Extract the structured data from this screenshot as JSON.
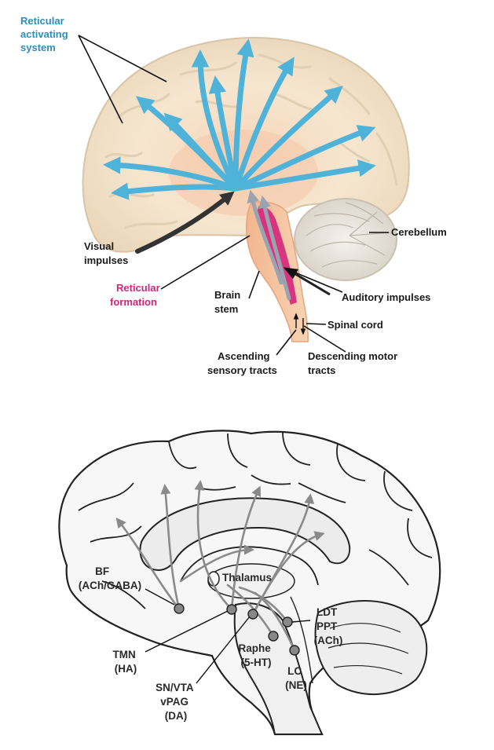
{
  "top_diagram": {
    "ras_label": [
      "Reticular",
      "activating",
      "system"
    ],
    "visual_label": [
      "Visual",
      "impulses"
    ],
    "reticular_label": [
      "Reticular",
      "formation"
    ],
    "brainstem_label": [
      "Brain",
      "stem"
    ],
    "cerebellum_label": "Cerebellum",
    "auditory_label": "Auditory impulses",
    "spinal_label": "Spinal cord",
    "ascending_label": [
      "Ascending",
      "sensory tracts"
    ],
    "descending_label": [
      "Descending motor",
      "tracts"
    ]
  },
  "bottom_diagram": {
    "bf_label": [
      "BF",
      "(ACh/GABA)"
    ],
    "thalamus_label": "Thalamus",
    "tmn_label": [
      "TMN",
      "(HA)"
    ],
    "snvta_label": [
      "SN/VTA",
      "vPAG",
      "(DA)"
    ],
    "raphe_label": [
      "Raphe",
      "(5-HT)"
    ],
    "lc_label": [
      "LC",
      "(NE)"
    ],
    "ldt_label": [
      "LDT",
      "PPT",
      "(ACh)"
    ]
  },
  "colors": {
    "ras_arrow": "#4fb3d9",
    "ras_label": "#2a8fc0",
    "reticular_formation": "#d6237a",
    "brain_tissue": "#f3e3cc",
    "nucleus": "#888888"
  }
}
